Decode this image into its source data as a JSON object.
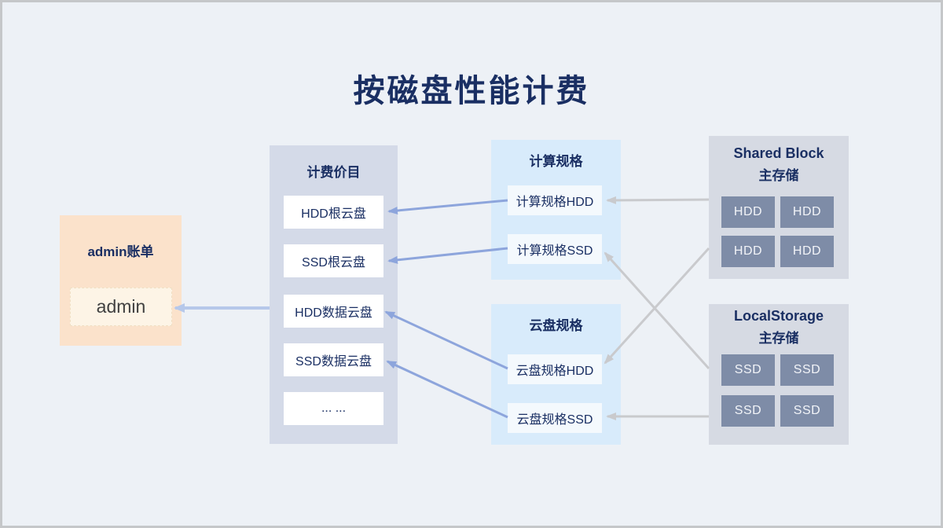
{
  "title": "按磁盘性能计费",
  "admin": {
    "title": "admin账单",
    "item": "admin"
  },
  "pricing": {
    "title": "计费价目",
    "items": [
      "HDD根云盘",
      "SSD根云盘",
      "HDD数据云盘",
      "SSD数据云盘",
      "... ..."
    ]
  },
  "compute": {
    "title": "计算规格",
    "items": [
      "计算规格HDD",
      "计算规格SSD"
    ]
  },
  "disk": {
    "title": "云盘规格",
    "items": [
      "云盘规格HDD",
      "云盘规格SSD"
    ]
  },
  "shared_storage": {
    "title_line1": "Shared Block",
    "title_line2": "主存储",
    "disks": [
      "HDD",
      "HDD",
      "HDD",
      "HDD"
    ]
  },
  "local_storage": {
    "title_line1": "LocalStorage",
    "title_line2": "主存储",
    "disks": [
      "SSD",
      "SSD",
      "SSD",
      "SSD"
    ]
  },
  "connections": [
    {
      "from": "计算规格HDD",
      "to": "HDD根云盘",
      "style": "blue"
    },
    {
      "from": "计算规格SSD",
      "to": "SSD根云盘",
      "style": "blue"
    },
    {
      "from": "云盘规格HDD",
      "to": "HDD数据云盘",
      "style": "blue"
    },
    {
      "from": "云盘规格SSD",
      "to": "SSD数据云盘",
      "style": "blue"
    },
    {
      "from": "计费价目",
      "to": "admin",
      "style": "light-blue"
    },
    {
      "from": "Shared Block 主存储",
      "to": "计算规格HDD",
      "style": "gray"
    },
    {
      "from": "Shared Block 主存储",
      "to": "云盘规格HDD",
      "style": "gray"
    },
    {
      "from": "LocalStorage 主存储",
      "to": "计算规格SSD",
      "style": "gray"
    },
    {
      "from": "LocalStorage 主存储",
      "to": "云盘规格SSD",
      "style": "gray"
    }
  ],
  "colors": {
    "bg": "#edf1f6",
    "frame": "#c5c7c9",
    "navy": "#1a2f63",
    "peach": "#fbe2cb",
    "cream": "#fdf4e6",
    "panel_gray_blue": "#d4dae8",
    "panel_blue": "#d8ebfb",
    "panel_gray": "#d6dae3",
    "slate": "#7e8ca7",
    "blue_arrow": "#8da5dc",
    "light_blue_arrow": "#b6c8ea",
    "gray_arrow": "#c9cacd"
  }
}
